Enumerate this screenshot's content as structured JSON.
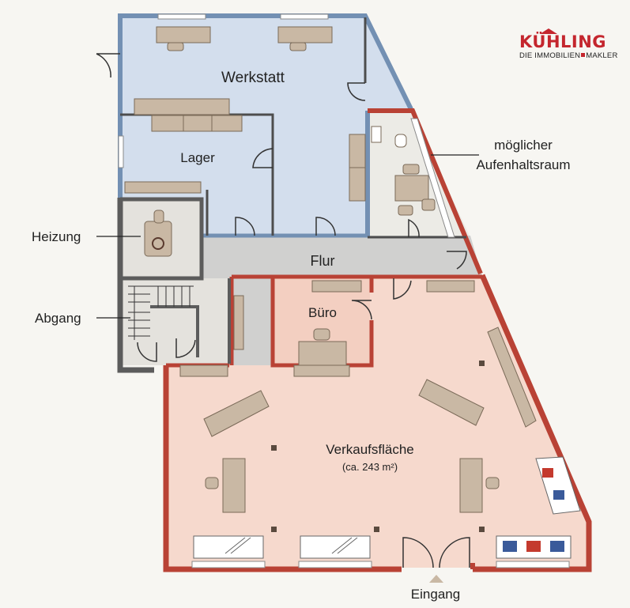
{
  "brand": {
    "name": "KÜHLING",
    "tagline_left": "DIE IMMOBILIEN",
    "tagline_right": "MAKLER",
    "color": "#c4262e"
  },
  "rooms": {
    "werkstatt": "Werkstatt",
    "lager": "Lager",
    "flur": "Flur",
    "buero": "Büro",
    "verkauf": "Verkaufsfläche",
    "verkauf_area": "(ca. 243 m²)"
  },
  "callouts": {
    "heizung": "Heizung",
    "abgang": "Abgang",
    "aufenthalt_1": "möglicher",
    "aufenthalt_2": "Aufenhaltsraum",
    "eingang": "Eingang"
  },
  "colors": {
    "blue_zone": "#cfdbeb",
    "blue_wall": "#7390b3",
    "red_zone": "#f6d6cb",
    "red_wall": "#b94235",
    "grey_wall": "#5c5c5c",
    "furniture": "#c9b8a4"
  }
}
